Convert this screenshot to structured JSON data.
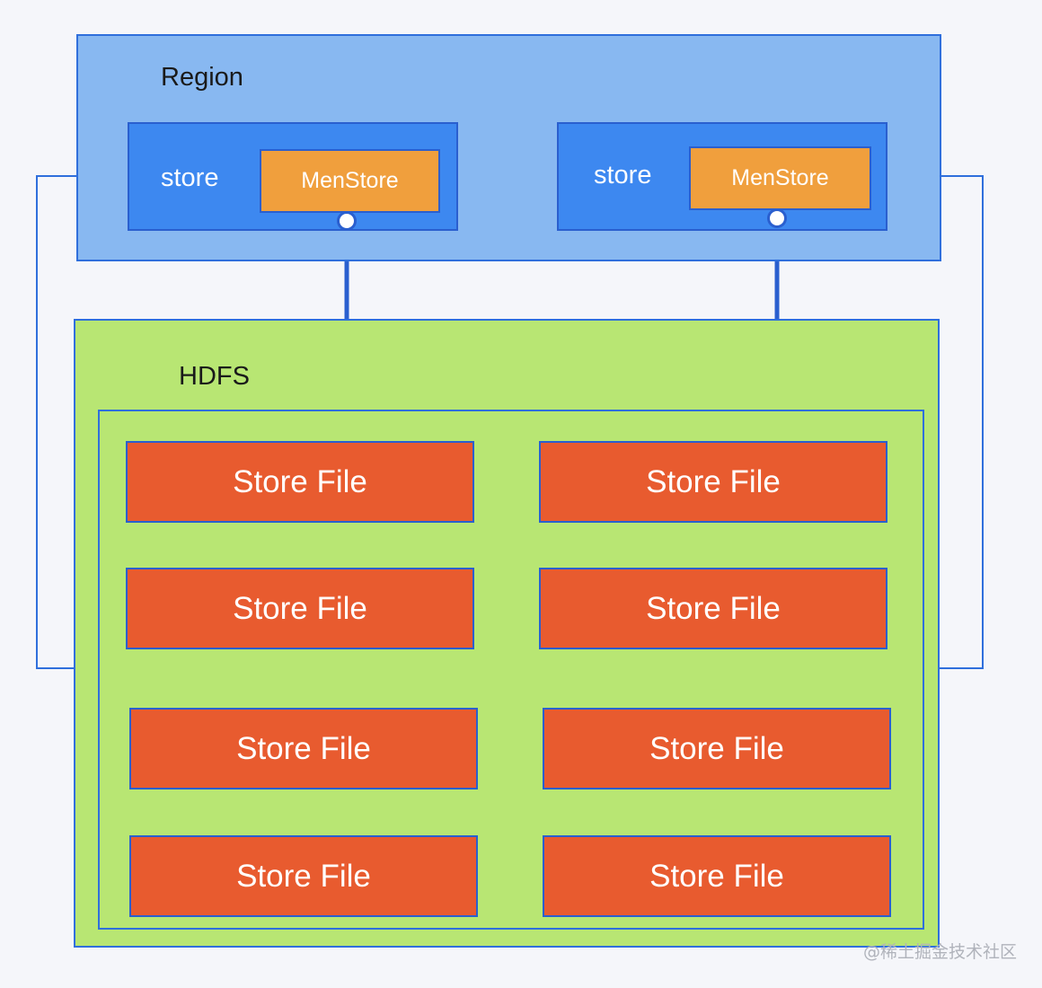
{
  "region": {
    "title": "Region",
    "stores": [
      {
        "label": "store",
        "memstore": "MenStore"
      },
      {
        "label": "store",
        "memstore": "MenStore"
      }
    ]
  },
  "hdfs": {
    "title": "HDFS",
    "store_files": [
      "Store File",
      "Store File",
      "Store File",
      "Store File",
      "Store File",
      "Store File",
      "Store File",
      "Store File"
    ]
  },
  "watermark": "@稀土掘金技术社区",
  "colors": {
    "background": "#f5f6fa",
    "region_fill": "#88b8f1",
    "store_fill": "#3d88f0",
    "memstore_fill": "#f09f3d",
    "hdfs_fill": "#b8e673",
    "storefile_fill": "#e85b2f",
    "border": "#2f6fdc",
    "arrow": "#2a5fcf"
  }
}
